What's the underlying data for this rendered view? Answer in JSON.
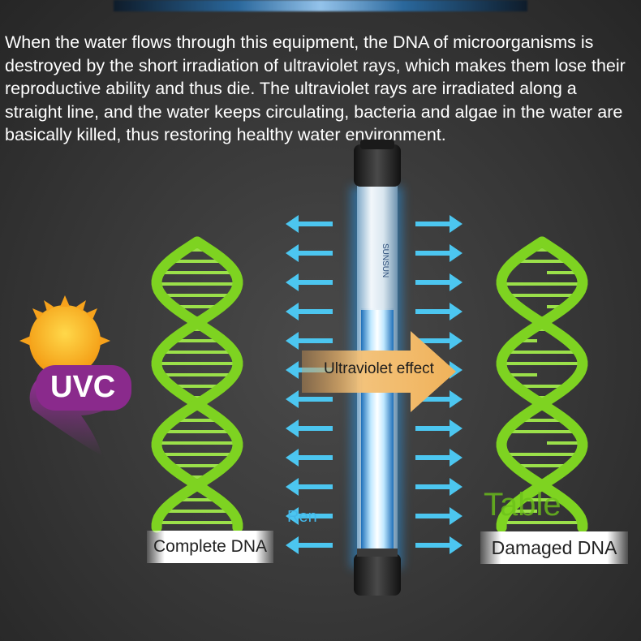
{
  "description": "When the water flows through this equipment, the DNA of microorganisms is destroyed by the short irradiation of ultraviolet rays, which makes them lose their reproductive ability and thus die. The ultraviolet rays are irradiated along a straight line, and the water keeps circulating, bacteria and algae in the water are basically killed, thus restoring healthy water environment.",
  "uvc_label": "UVC",
  "effect_label": "Ultraviolet effect",
  "ren_label": "Ren",
  "table_label": "Table",
  "complete_dna_label": "Complete DNA",
  "damaged_dna_label": "Damaged DNA",
  "device_brand_text": "SUNSUN",
  "colors": {
    "dna_green": "#7ed321",
    "arrow_blue": "#4cc6f0",
    "sun_orange": "#f7a21b",
    "uvc_purple": "#8a2a8c",
    "effect_arrow": "#e9b163"
  }
}
